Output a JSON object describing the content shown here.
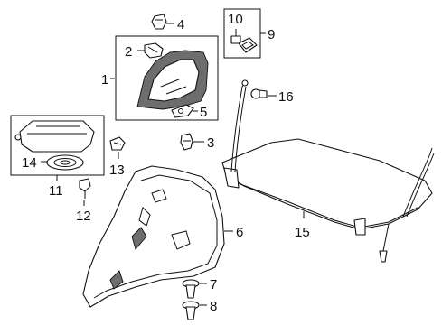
{
  "callouts": {
    "c1": "1",
    "c2": "2",
    "c3": "3",
    "c4": "4",
    "c5": "5",
    "c6": "6",
    "c7": "7",
    "c8": "8",
    "c9": "9",
    "c10": "10",
    "c11": "11",
    "c12": "12",
    "c13": "13",
    "c14": "14",
    "c15": "15",
    "c16": "16"
  },
  "colors": {
    "line": "#111111",
    "shade": "#6d6d6d",
    "background": "#ffffff"
  }
}
